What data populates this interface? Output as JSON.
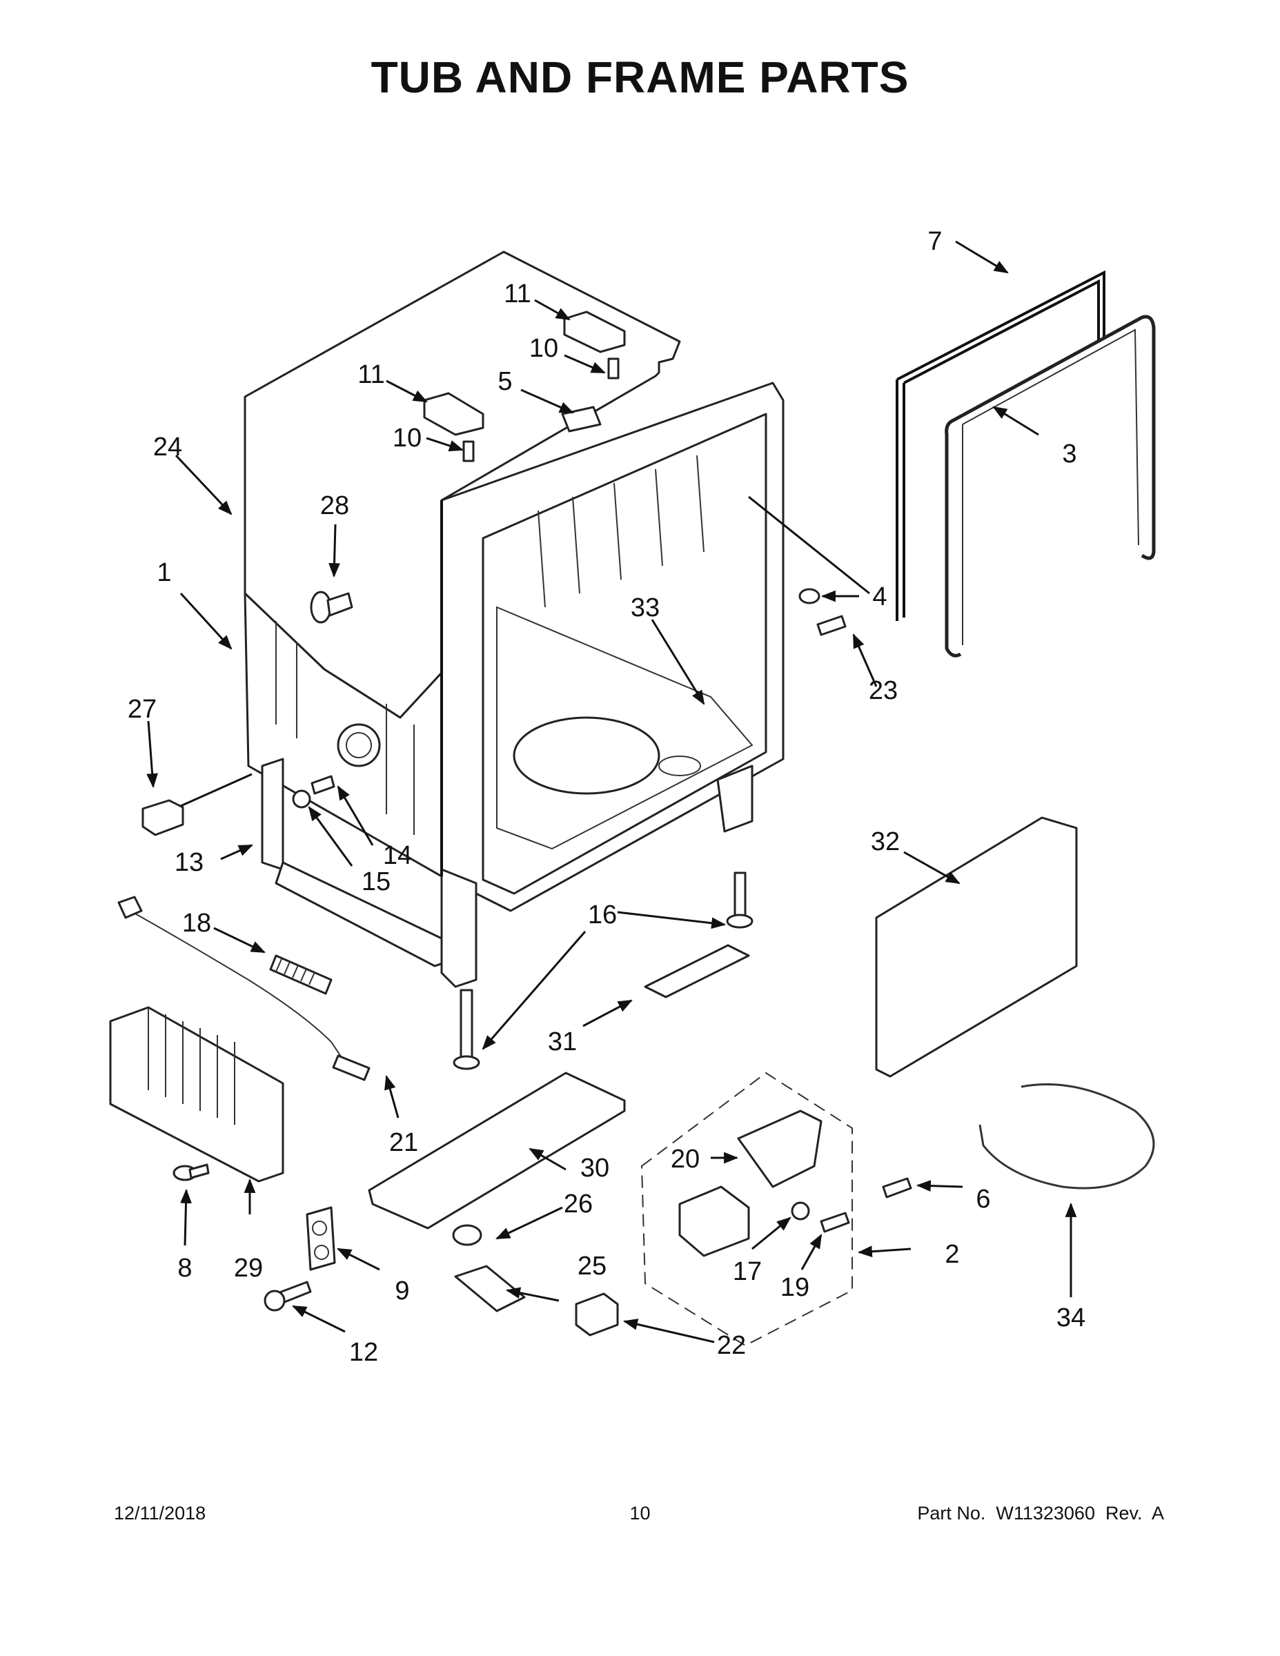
{
  "title": "TUB AND FRAME PARTS",
  "callouts": [
    {
      "id": "1",
      "label": "1"
    },
    {
      "id": "2",
      "label": "2"
    },
    {
      "id": "3",
      "label": "3"
    },
    {
      "id": "4",
      "label": "4"
    },
    {
      "id": "5",
      "label": "5"
    },
    {
      "id": "6",
      "label": "6"
    },
    {
      "id": "7",
      "label": "7"
    },
    {
      "id": "8",
      "label": "8"
    },
    {
      "id": "9",
      "label": "9"
    },
    {
      "id": "10a",
      "label": "10"
    },
    {
      "id": "10b",
      "label": "10"
    },
    {
      "id": "11a",
      "label": "11"
    },
    {
      "id": "11b",
      "label": "11"
    },
    {
      "id": "12",
      "label": "12"
    },
    {
      "id": "13",
      "label": "13"
    },
    {
      "id": "14",
      "label": "14"
    },
    {
      "id": "15",
      "label": "15"
    },
    {
      "id": "16",
      "label": "16"
    },
    {
      "id": "17",
      "label": "17"
    },
    {
      "id": "18",
      "label": "18"
    },
    {
      "id": "19",
      "label": "19"
    },
    {
      "id": "20",
      "label": "20"
    },
    {
      "id": "21",
      "label": "21"
    },
    {
      "id": "22",
      "label": "22"
    },
    {
      "id": "23",
      "label": "23"
    },
    {
      "id": "24",
      "label": "24"
    },
    {
      "id": "25",
      "label": "25"
    },
    {
      "id": "26",
      "label": "26"
    },
    {
      "id": "27",
      "label": "27"
    },
    {
      "id": "28",
      "label": "28"
    },
    {
      "id": "29",
      "label": "29"
    },
    {
      "id": "30",
      "label": "30"
    },
    {
      "id": "31",
      "label": "31"
    },
    {
      "id": "32",
      "label": "32"
    },
    {
      "id": "33",
      "label": "33"
    },
    {
      "id": "34",
      "label": "34"
    }
  ],
  "footer": {
    "date": "12/11/2018",
    "page": "10",
    "part_no": "Part No.  W11323060  Rev.  A"
  }
}
